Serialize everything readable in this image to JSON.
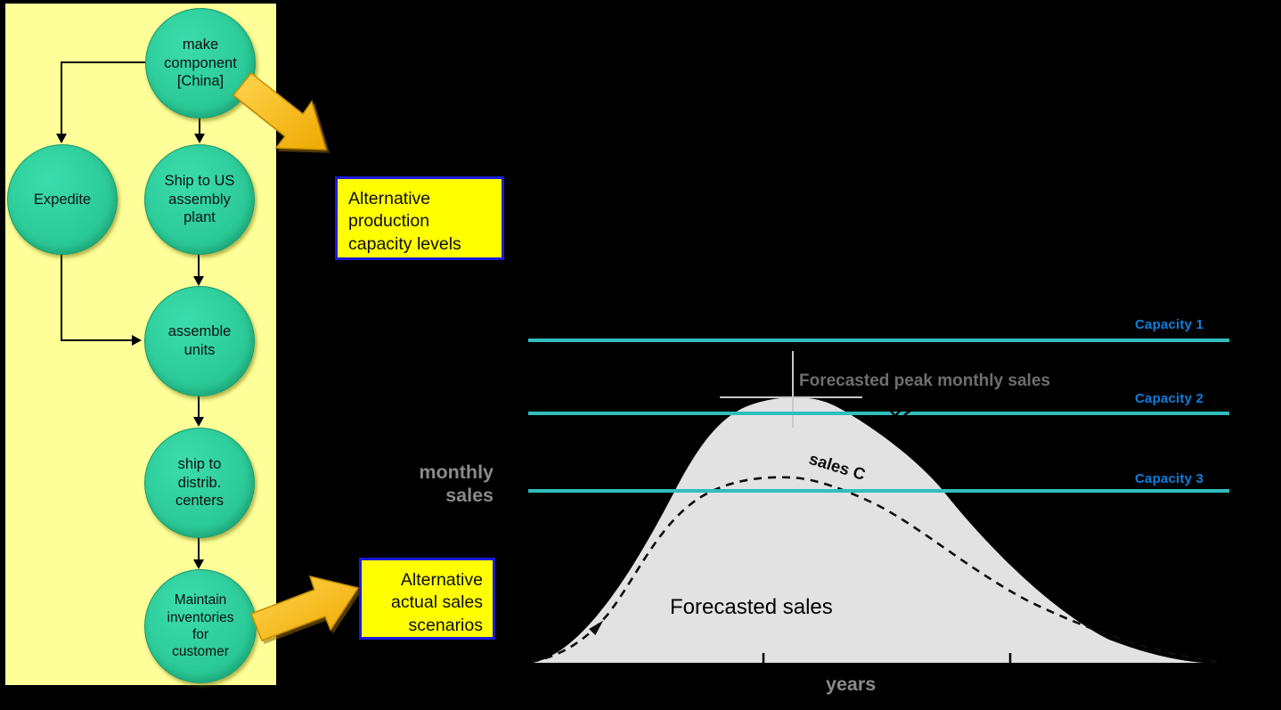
{
  "palette": {
    "background": "#000000",
    "panel_yellow": "#FFFF99",
    "node_green": "#2DCC9A",
    "gold_arrow": "#FFC20E",
    "callout_fill": "#FFFF00",
    "callout_border": "#1B1BDC",
    "capacity_line_teal": "#2FBEBE",
    "capacity_label_blue": "#0D7EDC",
    "bell_gray": "#E2E2E2",
    "muted_gray_text": "#8A8A8A",
    "peak_label_gray": "#6E6E6E"
  },
  "flowchart": {
    "nodes": [
      {
        "label": "make\ncomponent\n[China]"
      },
      {
        "label": "Expedite"
      },
      {
        "label": "Ship to US\nassembly\nplant"
      },
      {
        "label": "assemble\nunits"
      },
      {
        "label": "ship to\ndistrib.\ncenters"
      },
      {
        "label": "Maintain\ninventories\nfor\ncustomer"
      }
    ]
  },
  "callouts": {
    "production": "Alternative\nproduction\ncapacity levels",
    "sales": "Alternative\nactual sales\nscenarios"
  },
  "chart": {
    "type": "conceptual area + dashed line with capacity threshold lines",
    "capacity_labels": [
      "Capacity 1",
      "Capacity 2",
      "Capacity 3"
    ],
    "y_axis_label": "monthly\nsales",
    "x_axis_label": "years",
    "area_label": "Forecasted sales",
    "peak_label": "Forecasted peak monthly sales",
    "dashed_label": "sales C"
  }
}
